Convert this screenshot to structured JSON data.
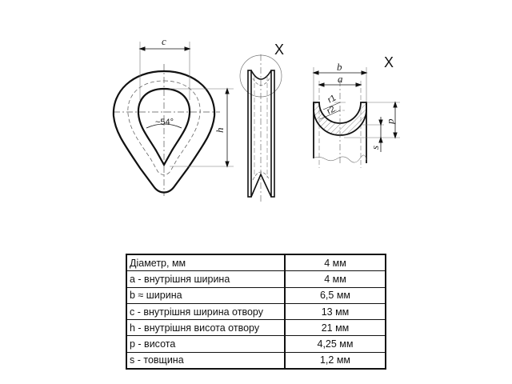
{
  "drawing": {
    "front_view": {
      "dim_width_label": "c",
      "dim_height_label": "h",
      "angle_label": "~54°"
    },
    "side_view": {
      "detail_marker": "X"
    },
    "section_detail": {
      "title": "X",
      "dim_outer_width_label": "b",
      "dim_inner_width_label": "a",
      "radius_1_label": "r1",
      "radius_2_label": "r2",
      "dim_height_label": "p",
      "dim_thickness_label": "s"
    }
  },
  "table": {
    "rows": [
      {
        "param": "Діаметр, мм",
        "value": "4 мм"
      },
      {
        "param": "a - внутрішня ширина",
        "value": "4 мм"
      },
      {
        "param": "b ≈ ширина",
        "value": "6,5 мм"
      },
      {
        "param": "c - внутрішня ширина отвору",
        "value": "13 мм"
      },
      {
        "param": "h - внутрішня висота отвору",
        "value": "21 мм"
      },
      {
        "param": "p - висота",
        "value": "4,25 мм"
      },
      {
        "param": "s - товщина",
        "value": "1,2 мм"
      }
    ]
  }
}
